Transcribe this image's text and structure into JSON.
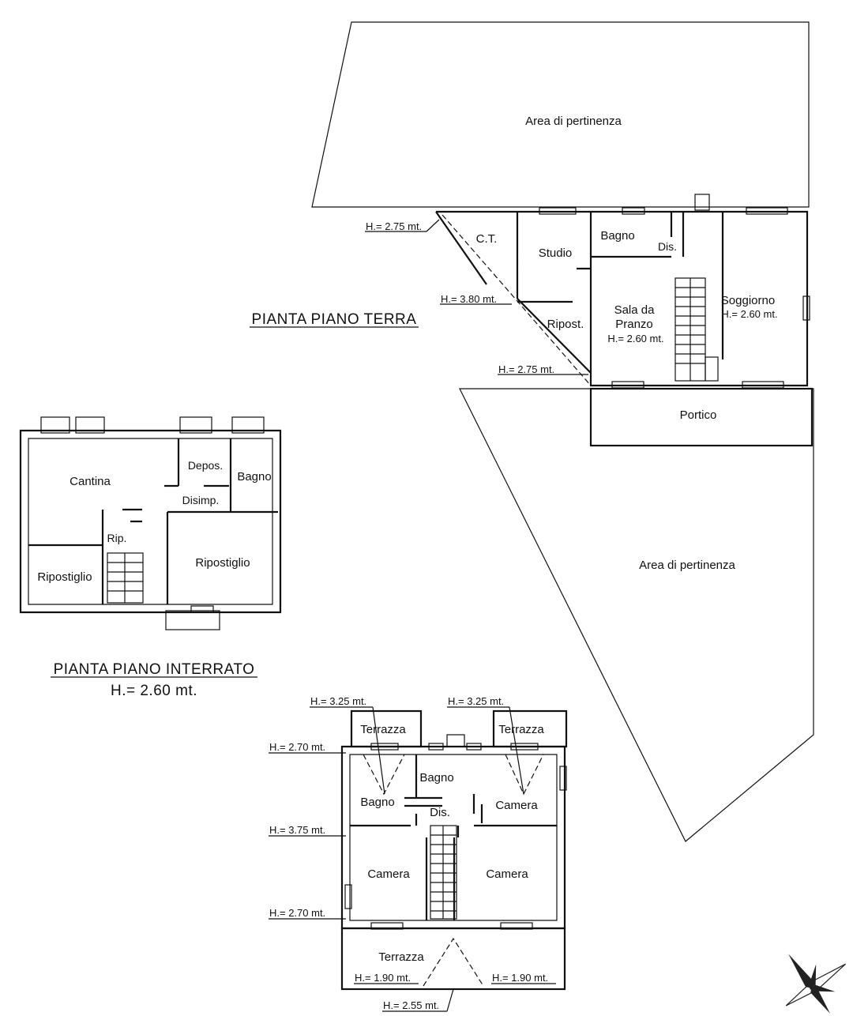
{
  "ground_floor": {
    "title": "PIANTA PIANO TERRA",
    "rooms": {
      "area_top": "Area di pertinenza",
      "ct": "C.T.",
      "studio": "Studio",
      "bagno": "Bagno",
      "dis": "Dis.",
      "ripost": "Ripost.",
      "sala_line1": "Sala da",
      "sala_line2": "Pranzo",
      "sala_height": "H.= 2.60 mt.",
      "soggiorno": "Soggiorno",
      "soggiorno_height": "H.= 2.60 mt.",
      "portico": "Portico",
      "area_bottom": "Area di pertinenza"
    },
    "heights": {
      "h1": "H.= 2.75 mt.",
      "h2": "H.= 3.80 mt.",
      "h3": "H.= 2.75 mt."
    }
  },
  "basement": {
    "title": "PIANTA PIANO INTERRATO",
    "subtitle": "H.= 2.60 mt.",
    "rooms": {
      "cantina": "Cantina",
      "depos": "Depos.",
      "bagno": "Bagno",
      "disimp": "Disimp.",
      "rip": "Rip.",
      "ripostiglio_left": "Ripostiglio",
      "ripostiglio_right": "Ripostiglio"
    }
  },
  "first_floor": {
    "rooms": {
      "terrazza_left": "Terrazza",
      "terrazza_right": "Terrazza",
      "bagno_left": "Bagno",
      "bagno_center": "Bagno",
      "dis": "Dis.",
      "camera_top_right": "Camera",
      "camera_left": "Camera",
      "camera_right": "Camera",
      "terrazza_bottom": "Terrazza"
    },
    "heights": {
      "top_left": "H.= 3.25 mt.",
      "top_right": "H.= 3.25 mt.",
      "left_270_top": "H.= 2.70 mt.",
      "left_375": "H.= 3.75 mt.",
      "left_270_bottom": "H.= 2.70 mt.",
      "bottom_190_left": "H.= 1.90 mt.",
      "bottom_190_right": "H.= 1.90 mt.",
      "bottom_255": "H.= 2.55 mt."
    }
  },
  "icons": {
    "compass": "north-arrow-icon"
  }
}
